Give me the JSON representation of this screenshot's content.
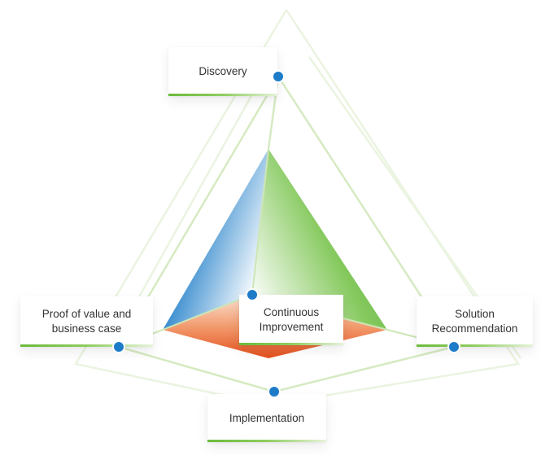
{
  "diagram": {
    "stages": [
      {
        "id": "discovery",
        "label": "Discovery"
      },
      {
        "id": "solution-recommendation",
        "label": "Solution\nRecommendation"
      },
      {
        "id": "implementation",
        "label": "Implementation"
      },
      {
        "id": "proof-of-value",
        "label": "Proof of value and\nbusiness case"
      },
      {
        "id": "continuous-improvement",
        "label": "Continuous\nImprovement"
      }
    ],
    "colors": {
      "accent_green": "#6cbb3c",
      "node_blue": "#1e7bc8",
      "face_blue": "#0d63ad",
      "face_green": "#5db543",
      "face_orange": "#e85a25",
      "line_green": "#cfe6b8"
    }
  }
}
